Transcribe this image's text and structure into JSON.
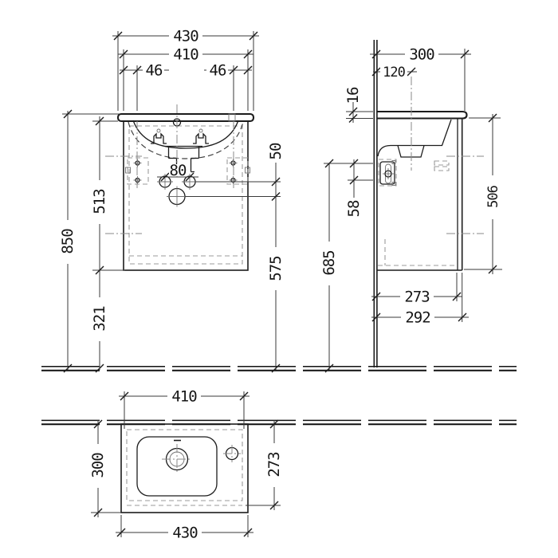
{
  "drawing": {
    "colors": {
      "line": "#1c1c1c",
      "background": "#ffffff"
    },
    "front_view": {
      "total_width": "430",
      "body_width": "410",
      "fixing_offset_left": "46",
      "fixing_offset_right": "46",
      "total_height": "850",
      "body_height": "513",
      "floor_clearance": "321",
      "hole_spacing": "80",
      "hole_vertical_offset": "50",
      "outlet_height": "575"
    },
    "side_view": {
      "total_depth": "300",
      "drain_axis_from_wall": "120",
      "top_thickness": "16",
      "bracket_offset": "58",
      "fixing_height": "685",
      "body_height": "506",
      "body_depth": "273",
      "depth_with_door": "292"
    },
    "plan_view": {
      "body_width": "410",
      "total_depth": "300",
      "body_depth": "273",
      "total_width": "430"
    }
  }
}
